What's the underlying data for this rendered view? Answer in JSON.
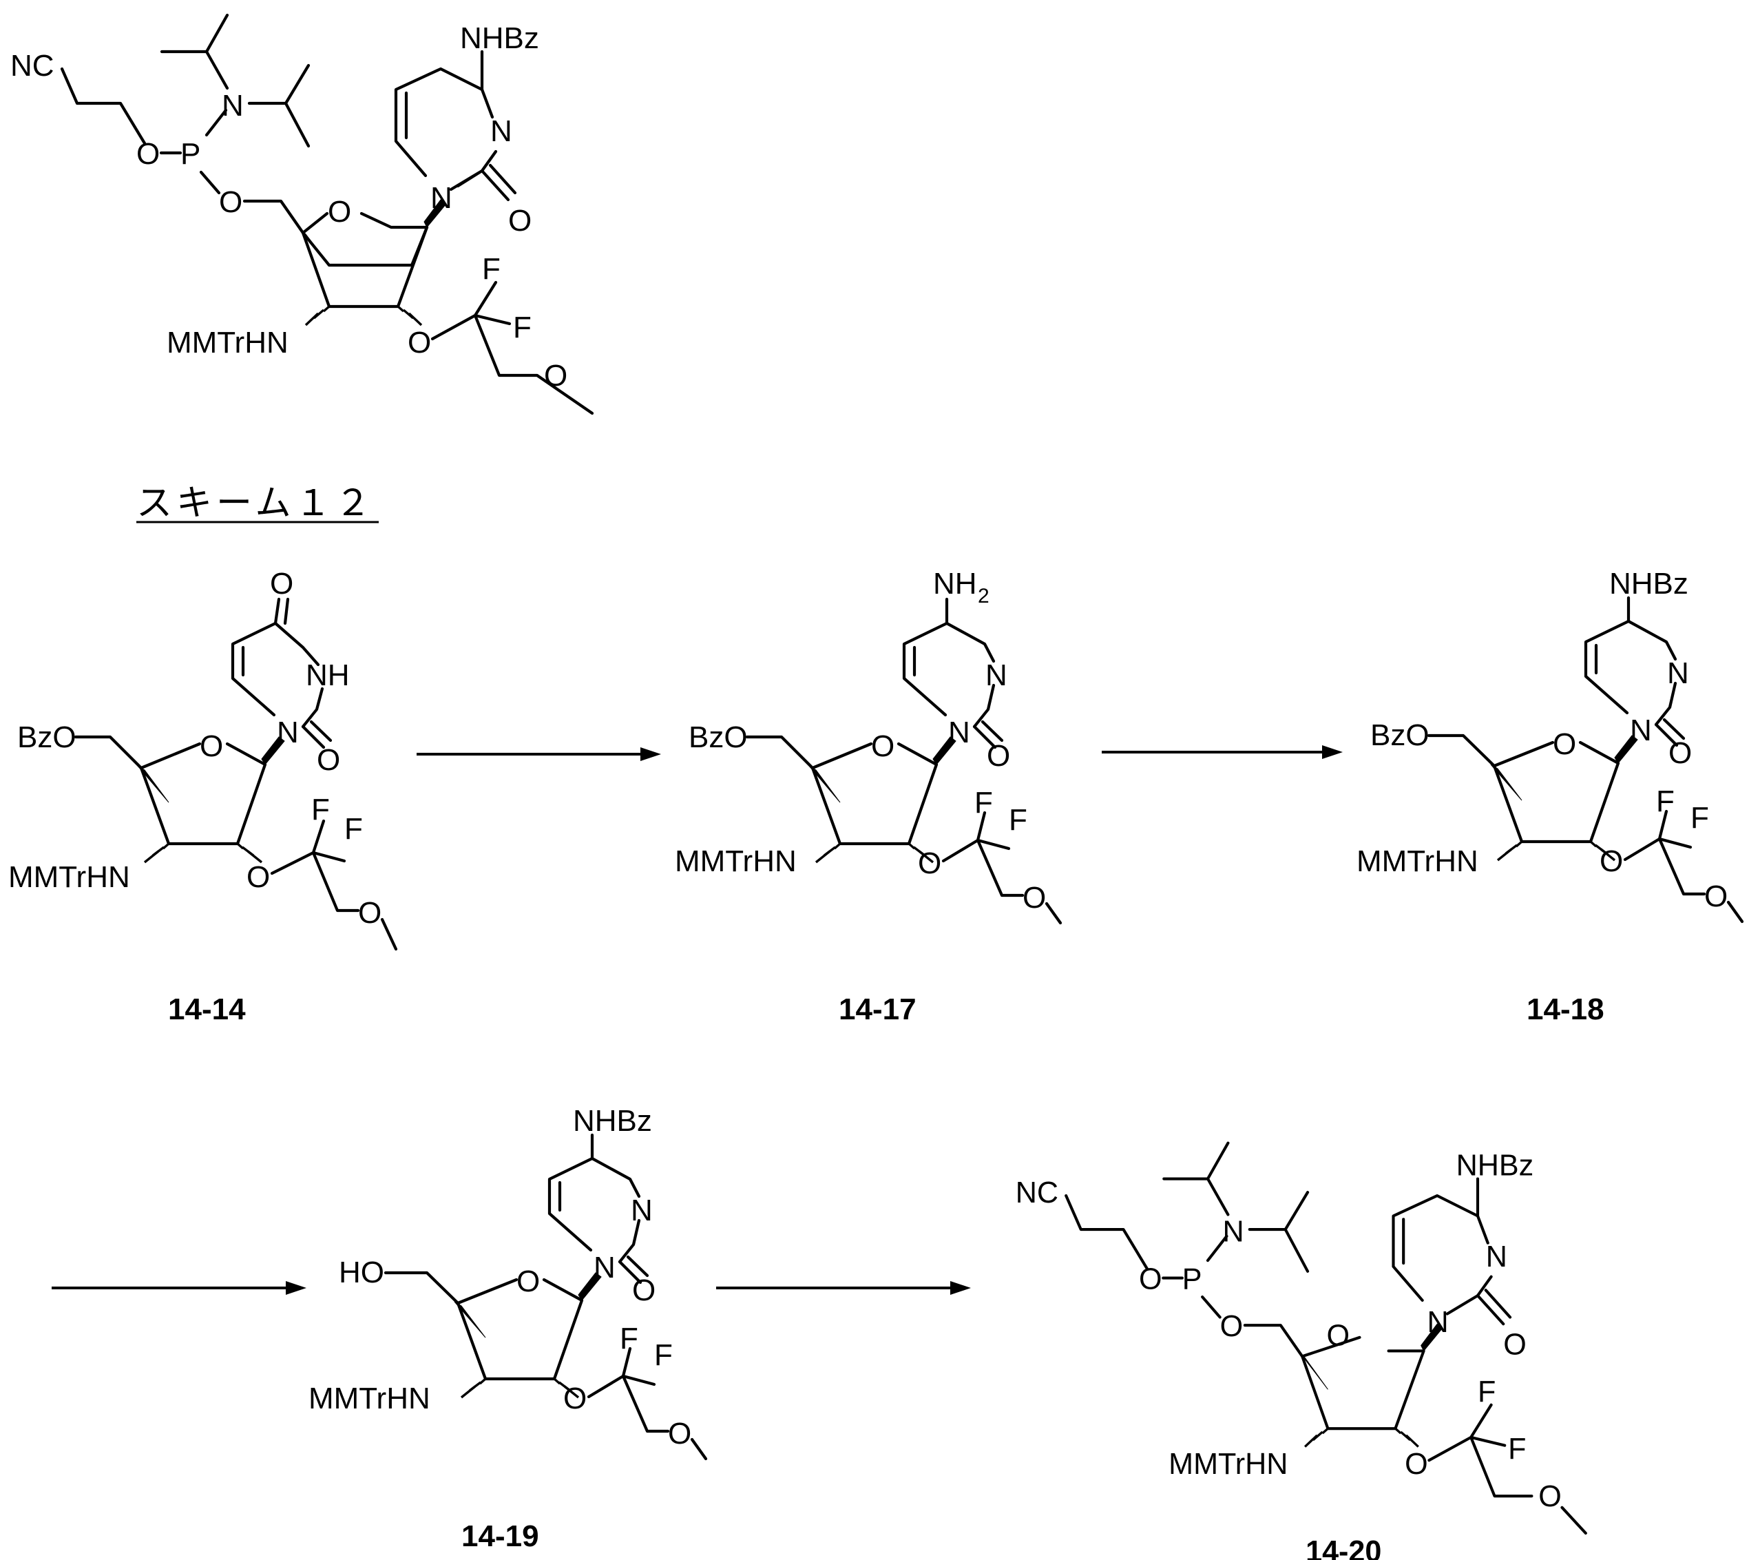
{
  "scheme_heading": "スキーム１２",
  "atoms": {
    "nc": "NC",
    "o": "O",
    "p": "P",
    "n": "N",
    "nhbz": "NHBz",
    "nh": "NH",
    "nh2_base": "NH",
    "nh2_sub": "2",
    "f": "F",
    "mmtrhn": "MMTrHN",
    "bzo": "BzO",
    "ho": "HO"
  },
  "compounds": [
    {
      "id": "top",
      "label": ""
    },
    {
      "id": "14-14",
      "label": "14-14"
    },
    {
      "id": "14-17",
      "label": "14-17"
    },
    {
      "id": "14-18",
      "label": "14-18"
    },
    {
      "id": "14-19",
      "label": "14-19"
    },
    {
      "id": "14-20",
      "label": "14-20"
    }
  ],
  "arrows": [
    {
      "from": "14-14",
      "to": "14-17"
    },
    {
      "from": "14-17",
      "to": "14-18"
    },
    {
      "from": "14-18",
      "to": "14-19"
    },
    {
      "from": "14-19",
      "to": "14-20"
    }
  ]
}
